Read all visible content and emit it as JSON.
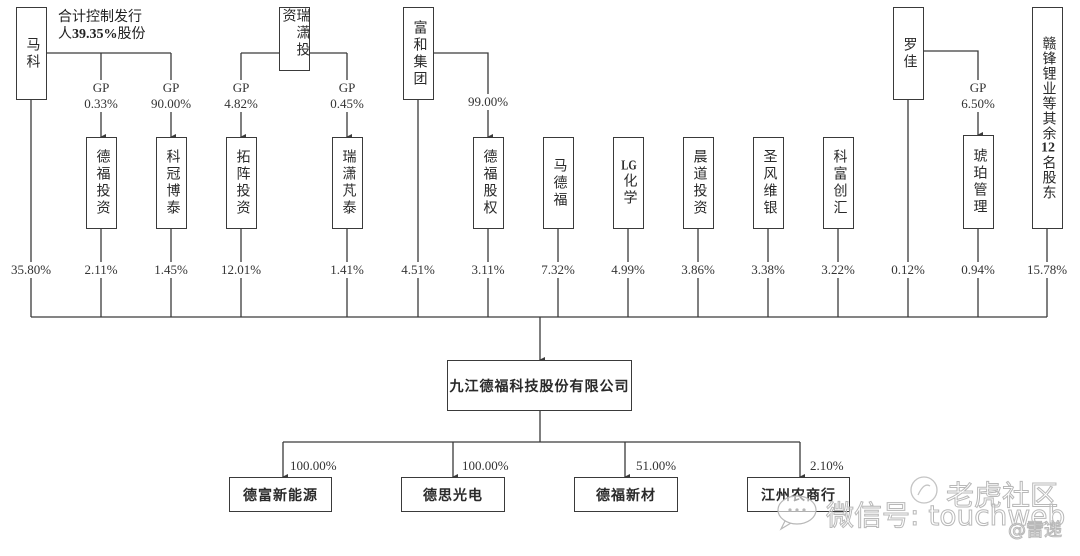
{
  "controller_note": {
    "line1": "合计控制发行",
    "line2_prefix": "人",
    "line2_bold": "39.35%",
    "line2_suffix": "股份"
  },
  "upstream": {
    "ruixiao_investment": "瑞潇投资"
  },
  "direct_shareholders": [
    {
      "name": "马科",
      "stake": "35.80%"
    },
    {
      "name": "德福投资",
      "stake": "2.11%"
    },
    {
      "name": "科冠博泰",
      "stake": "1.45%"
    },
    {
      "name": "拓阵投资",
      "stake": "12.01%"
    },
    {
      "name": "瑞潇芃泰",
      "stake": "1.41%"
    },
    {
      "name": "富和集团",
      "stake": "4.51%"
    },
    {
      "name": "德福股权",
      "stake": "3.11%"
    },
    {
      "name": "马德福",
      "stake": "7.32%"
    },
    {
      "name": "LG化学",
      "stake": "4.99%"
    },
    {
      "name": "晨道投资",
      "stake": "3.86%"
    },
    {
      "name": "圣风维银",
      "stake": "3.38%"
    },
    {
      "name": "科富创汇",
      "stake": "3.22%"
    },
    {
      "name": "罗佳",
      "stake": "0.12%"
    },
    {
      "name": "琥珀管理",
      "stake": "0.94%"
    },
    {
      "name": "赣锋锂业等其余12名股东",
      "stake": "15.78%"
    }
  ],
  "gp_links": [
    {
      "role": "GP",
      "stake": "0.33%"
    },
    {
      "role": "GP",
      "stake": "90.00%"
    },
    {
      "role": "GP",
      "stake": "4.82%"
    },
    {
      "role": "GP",
      "stake": "0.45%"
    },
    {
      "role": "",
      "stake": "99.00%"
    },
    {
      "role": "GP",
      "stake": "6.50%"
    }
  ],
  "issuer": {
    "name": "九江德福科技股份有限公司"
  },
  "subsidiaries": [
    {
      "name": "德富新能源",
      "stake": "100.00%"
    },
    {
      "name": "德思光电",
      "stake": "100.00%"
    },
    {
      "name": "德福新材",
      "stake": "51.00%"
    },
    {
      "name": "江州农商行",
      "stake": "2.10%"
    }
  ],
  "watermarks": {
    "wechat": "微信号: touchweb",
    "brand": "老虎社区",
    "author": "@雷递"
  },
  "colors": {
    "line": "#3a3a3a",
    "watermark": "#b8b8b8"
  }
}
